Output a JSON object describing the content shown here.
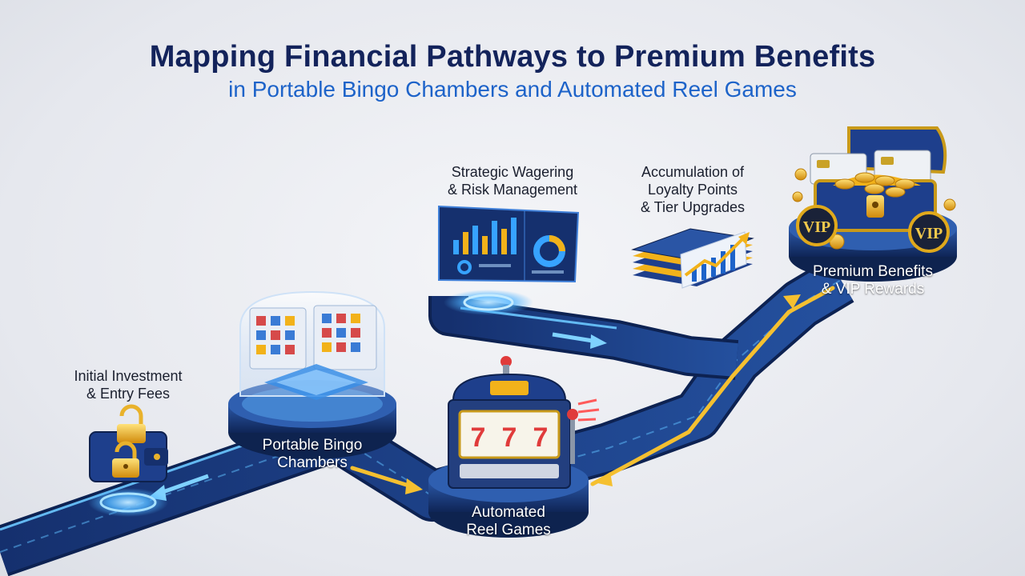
{
  "header": {
    "title": "Mapping Financial Pathways to Premium Benefits",
    "subtitle": "in Portable Bingo Chambers and Automated Reel Games"
  },
  "stages": [
    {
      "line1": "Initial Investment",
      "line2": "& Entry Fees"
    },
    {
      "line1": "Portable Bingo",
      "line2": "Chambers"
    },
    {
      "line1": "Automated",
      "line2": "Reel Games"
    },
    {
      "line1": "Strategic Wagering",
      "line2": "& Risk Management"
    },
    {
      "line1": "Accumulation of",
      "line2": "Loyalty Points",
      "line3": "& Tier Upgrades"
    },
    {
      "line1": "Premium Benefits",
      "line2": "& VIP Rewards"
    }
  ],
  "badges": {
    "vip_left": "VIP",
    "vip_right": "VIP"
  },
  "icons": [
    "wallet-padlock-icon",
    "bingo-dome-icon",
    "slot-machine-icon",
    "analytics-dashboard-icon",
    "loyalty-cards-growth-icon",
    "treasure-chest-icon"
  ],
  "colors": {
    "title": "#13235b",
    "subtitle": "#1d63c9",
    "road": "#1c3f8a",
    "glow": "#4fb4ff",
    "gold": "#f2b21a"
  }
}
